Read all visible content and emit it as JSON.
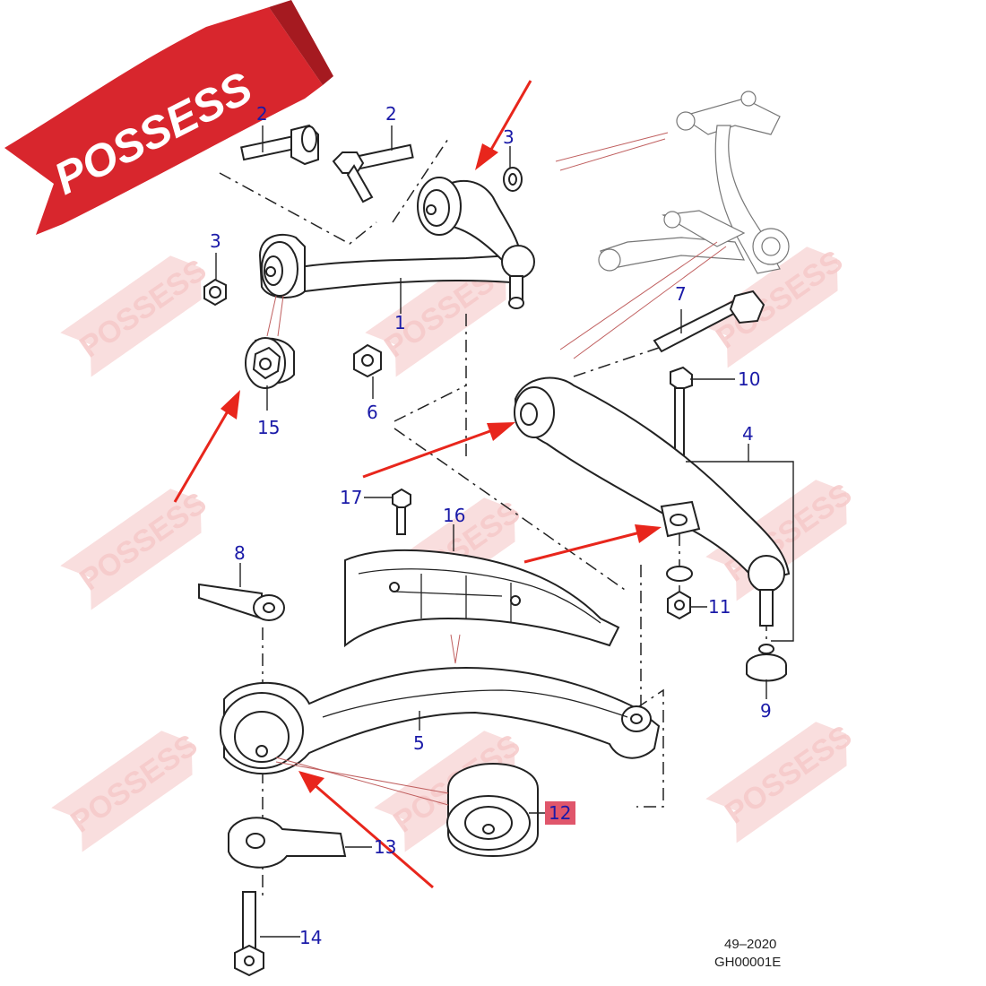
{
  "brand": {
    "banner_text": "POSSESS",
    "banner_color": "#d8262d",
    "watermark_text": "POSSESS",
    "watermark_color": "#f3b9b9"
  },
  "labels": {
    "p1": "1",
    "p2a": "2",
    "p2b": "2",
    "p3a": "3",
    "p3b": "3",
    "p4": "4",
    "p5": "5",
    "p6": "6",
    "p7": "7",
    "p8": "8",
    "p9": "9",
    "p10": "10",
    "p11": "11",
    "p12": "12",
    "p13": "13",
    "p14": "14",
    "p15": "15",
    "p16": "16",
    "p17": "17"
  },
  "highlight": {
    "label": "p12",
    "color": "#e0566b"
  },
  "label_color": "#1a1aa8",
  "arrow_color": "#e8261c",
  "footer": {
    "code1": "49–2020",
    "code2": "GH00001E"
  },
  "icons": [
    "arrow-icon",
    "bushing-icon",
    "bolt-icon",
    "nut-icon",
    "control-arm-icon"
  ]
}
